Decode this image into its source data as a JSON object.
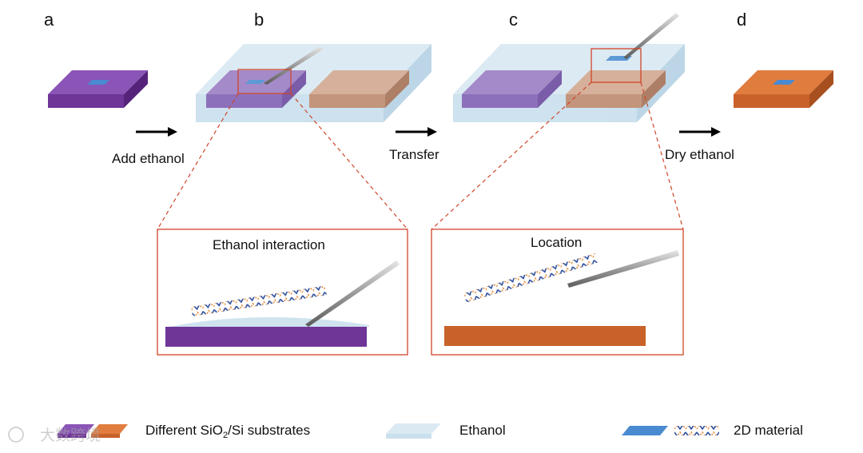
{
  "panels": {
    "a": "a",
    "b": "b",
    "c": "c",
    "d": "d"
  },
  "steps": {
    "add_ethanol": "Add ethanol",
    "transfer": "Transfer",
    "dry_ethanol": "Dry ethanol"
  },
  "insets": {
    "left_title": "Ethanol interaction",
    "right_title": "Location"
  },
  "legend": {
    "substrates_prefix": "Different SiO",
    "substrates_sub": "2",
    "substrates_suffix": "/Si substrates",
    "ethanol": "Ethanol",
    "material": "2D material"
  },
  "watermark": "大数跨境",
  "colors": {
    "purple_substrate": "#6f3597",
    "orange_substrate": "#c8622a",
    "ethanol": "#cfe3ef",
    "flake": "#4a8ad0",
    "callout_red": "#d0452a"
  }
}
